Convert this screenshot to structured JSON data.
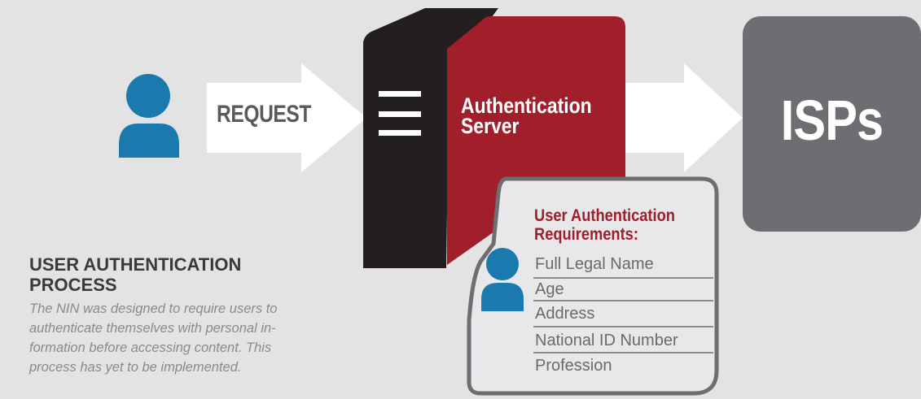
{
  "request_label": "REQUEST",
  "server_label_line1": "Authentication",
  "server_label_line2": "Server",
  "isp_label": "ISPs",
  "card": {
    "title_line1": "User Authentication",
    "title_line2": "Requirements:",
    "fields": [
      "Full Legal Name",
      "Age",
      "Address",
      "National ID Number",
      "Profession"
    ]
  },
  "process": {
    "title_line1": "USER AUTHENTICATION",
    "title_line2": "PROCESS",
    "description_lines": [
      "The NIN was designed to require users to",
      "authenticate themselves with personal in-",
      "formation before accessing content. This",
      "process has yet to be implemented."
    ]
  },
  "colors": {
    "background": "#e3e3e4",
    "user_icon": "#1a7aad",
    "server_black": "#231f20",
    "server_red": "#a01f2b",
    "isp_gray": "#6d6e71",
    "arrow_white": "#ffffff"
  }
}
